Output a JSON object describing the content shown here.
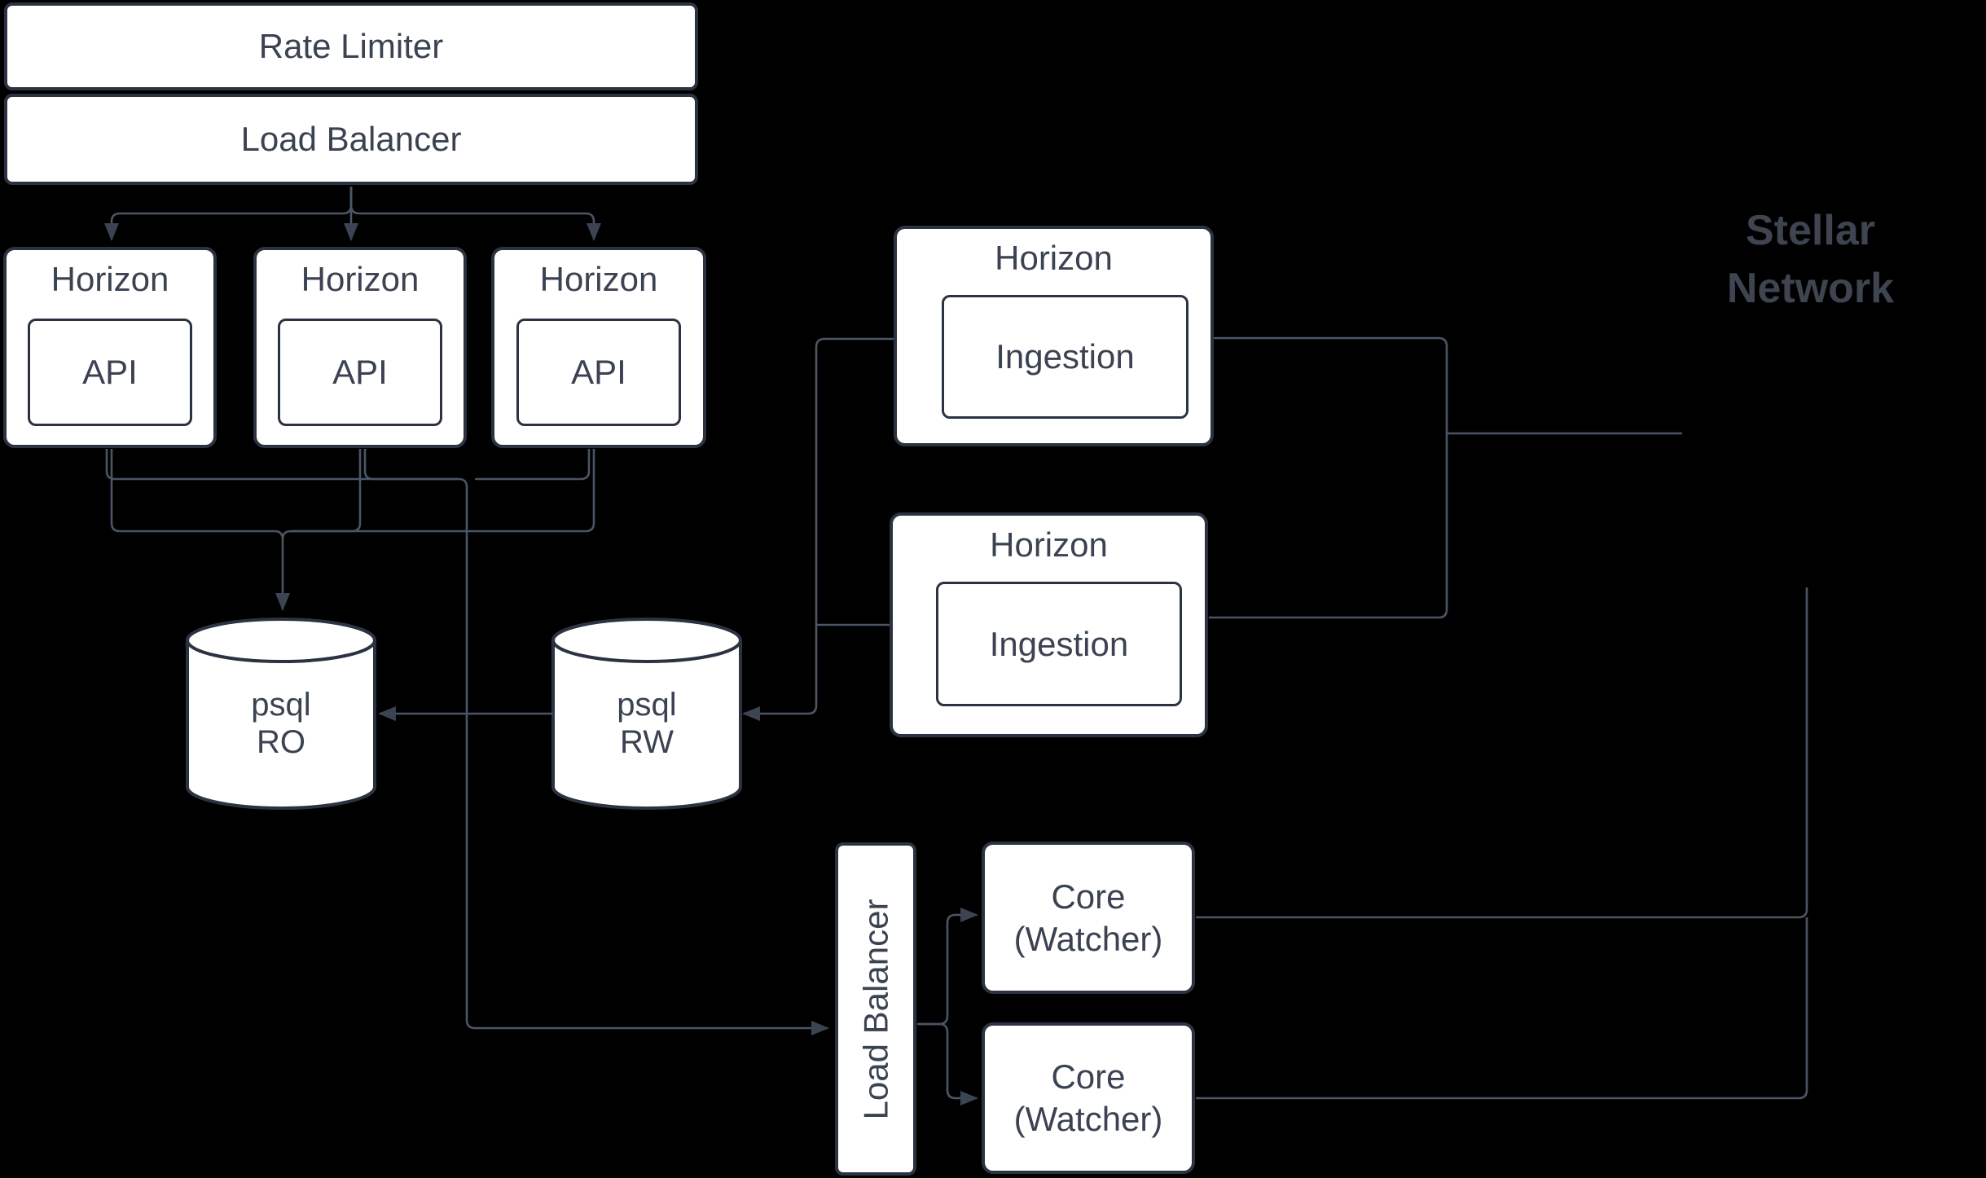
{
  "colors": {
    "background": "#000000",
    "node_fill": "#ffffff",
    "node_border": "#2b3342",
    "connector": "#4b5565",
    "arrow": "#3c4452",
    "text": "#3b4352",
    "network_label": "#3e4550"
  },
  "nodes": {
    "rate_limiter": {
      "label": "Rate Limiter"
    },
    "load_balancer": {
      "label": "Load Balancer"
    },
    "horizon_api": [
      {
        "title": "Horizon",
        "sub": "API"
      },
      {
        "title": "Horizon",
        "sub": "API"
      },
      {
        "title": "Horizon",
        "sub": "API"
      }
    ],
    "psql_ro": {
      "line1": "psql",
      "line2": "RO"
    },
    "psql_rw": {
      "line1": "psql",
      "line2": "RW"
    },
    "horizon_ingestion": [
      {
        "title": "Horizon",
        "sub": "Ingestion"
      },
      {
        "title": "Horizon",
        "sub": "Ingestion"
      }
    ],
    "core_load_balancer": {
      "label": "Load Balancer"
    },
    "core_watcher": [
      {
        "line1": "Core",
        "line2": "(Watcher)"
      },
      {
        "line1": "Core",
        "line2": "(Watcher)"
      }
    ],
    "stellar_network": {
      "line1": "Stellar",
      "line2": "Network"
    }
  },
  "edges": [
    {
      "from": "load-balancer",
      "to": "horizon-api-1",
      "arrow": true
    },
    {
      "from": "load-balancer",
      "to": "horizon-api-2",
      "arrow": true
    },
    {
      "from": "load-balancer",
      "to": "horizon-api-3",
      "arrow": true
    },
    {
      "from": "horizon-api-1",
      "to": "psql-ro",
      "arrow": true
    },
    {
      "from": "horizon-api-2",
      "to": "psql-ro",
      "arrow": true
    },
    {
      "from": "horizon-api-3",
      "to": "psql-ro",
      "arrow": true
    },
    {
      "from": "horizon-api-1",
      "to": "core-load-balancer",
      "arrow": true
    },
    {
      "from": "horizon-api-2",
      "to": "core-load-balancer",
      "arrow": true
    },
    {
      "from": "horizon-api-3",
      "to": "core-load-balancer",
      "arrow": true
    },
    {
      "from": "psql-rw",
      "to": "psql-ro",
      "arrow": true
    },
    {
      "from": "horizon-ingestion-1",
      "to": "psql-rw",
      "arrow": true
    },
    {
      "from": "horizon-ingestion-2",
      "to": "psql-rw",
      "arrow": true
    },
    {
      "from": "horizon-ingestion-1",
      "to": "stellar-network",
      "arrow": false
    },
    {
      "from": "horizon-ingestion-2",
      "to": "stellar-network",
      "arrow": false
    },
    {
      "from": "core-load-balancer",
      "to": "core-watcher-1",
      "arrow": true
    },
    {
      "from": "core-load-balancer",
      "to": "core-watcher-2",
      "arrow": true
    },
    {
      "from": "core-watcher-1",
      "to": "stellar-network",
      "arrow": false
    },
    {
      "from": "core-watcher-2",
      "to": "stellar-network",
      "arrow": false
    }
  ]
}
